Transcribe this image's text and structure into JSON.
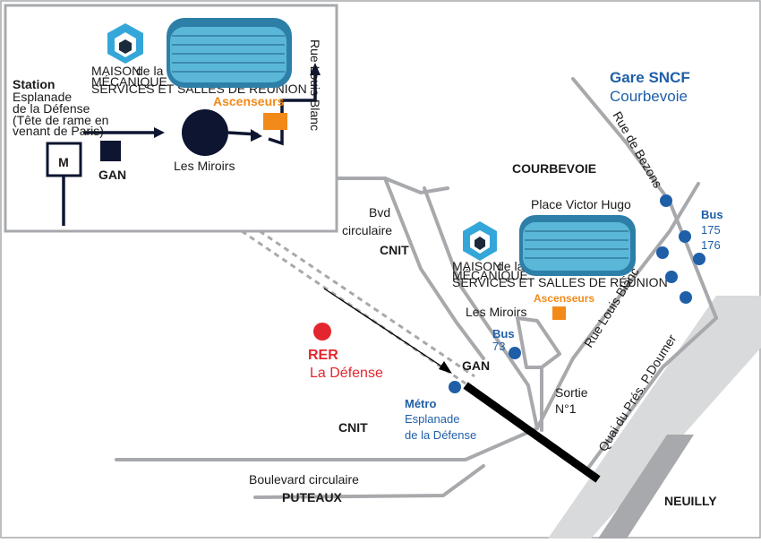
{
  "colors": {
    "road": "#a7a9ac",
    "metro_blue": "#1f5fa8",
    "rer_red": "#e3262d",
    "elevator_orange": "#f28a1a",
    "dark_navy": "#0d1530",
    "water": "#d9dadb",
    "logo_teal": "#35a6d9"
  },
  "inset": {
    "station_title": "Station",
    "station_line2": "Esplanade",
    "station_line3": "de la Défense",
    "station_note1": "(Tête de rame en",
    "station_note2": "venant de Paris)",
    "metro_symbol": "M",
    "gan": "GAN",
    "les_miroirs": "Les Miroirs",
    "ascenseurs": "Ascenseurs",
    "rue_louis_blanc": "Rue Louis Blanc",
    "logo": {
      "maison": "MAISON",
      "de_la": "de la",
      "mecanique": "MÉCANIQUE",
      "tagline": "SERVICES ET SALLES DE RÉUNION"
    }
  },
  "map": {
    "gare_sncf": "Gare SNCF",
    "courbevoie_station": "Courbevoie",
    "rue_de_bezons": "Rue de Bezons",
    "courbevoie": "COURBEVOIE",
    "place_victor_hugo": "Place Victor Hugo",
    "bus_label": "Bus",
    "bus_175": "175",
    "bus_176": "176",
    "bvd": "Bvd",
    "circulaire": "circulaire",
    "cnit_top": "CNIT",
    "ascenseurs": "Ascenseurs",
    "les_miroirs": "Les Miroirs",
    "bus_73_label": "Bus",
    "bus_73": "73",
    "rue_louis_blanc": "Rue Louis Blanc",
    "quai": "Quai du Prés. P.Doumer",
    "rer": "RER",
    "la_defense": "La Défense",
    "gan": "GAN",
    "metro_label": "Métro",
    "esplanade": "Esplanade",
    "de_la_defense": "de la Défense",
    "sortie": "Sortie",
    "n1": "N°1",
    "cnit_bottom": "CNIT",
    "boulevard_circulaire": "Boulevard circulaire",
    "puteaux": "PUTEAUX",
    "neuilly": "NEUILLY",
    "logo": {
      "maison": "MAISON",
      "de_la": "de la",
      "mecanique": "MÉCANIQUE",
      "tagline": "SERVICES ET SALLES DE RÉUNION"
    }
  }
}
